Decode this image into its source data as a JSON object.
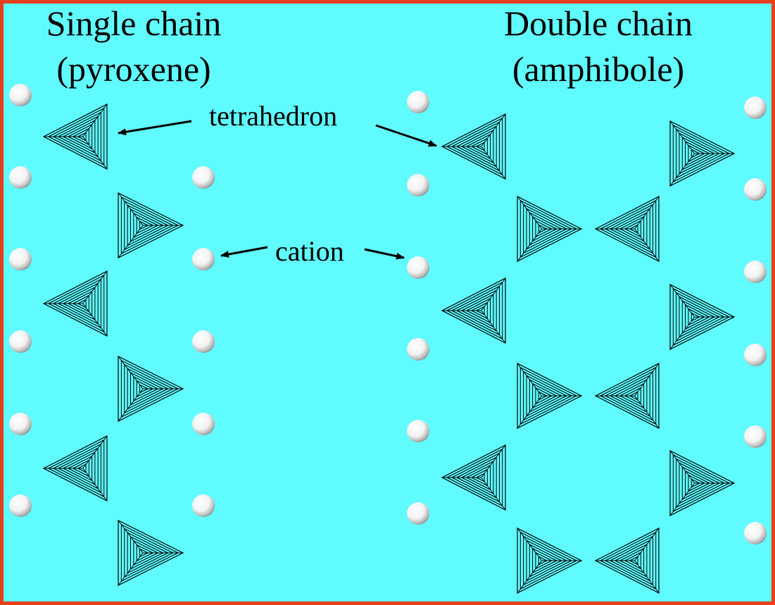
{
  "titles": {
    "single": {
      "line1": "Single chain",
      "line2": "(pyroxene)"
    },
    "double": {
      "line1": "Double chain",
      "line2": "(amphibole)"
    }
  },
  "labels": {
    "tetrahedron": "tetrahedron",
    "cation": "cation"
  },
  "colors": {
    "background": "#5ffbff",
    "border": "#e8401c",
    "tetrahedron_face": "#5ffbff",
    "line": "#000000",
    "cation": "#ffffff"
  },
  "icons": {
    "tetrahedron": "tetrahedron-icon",
    "cation": "cation-sphere-icon"
  }
}
